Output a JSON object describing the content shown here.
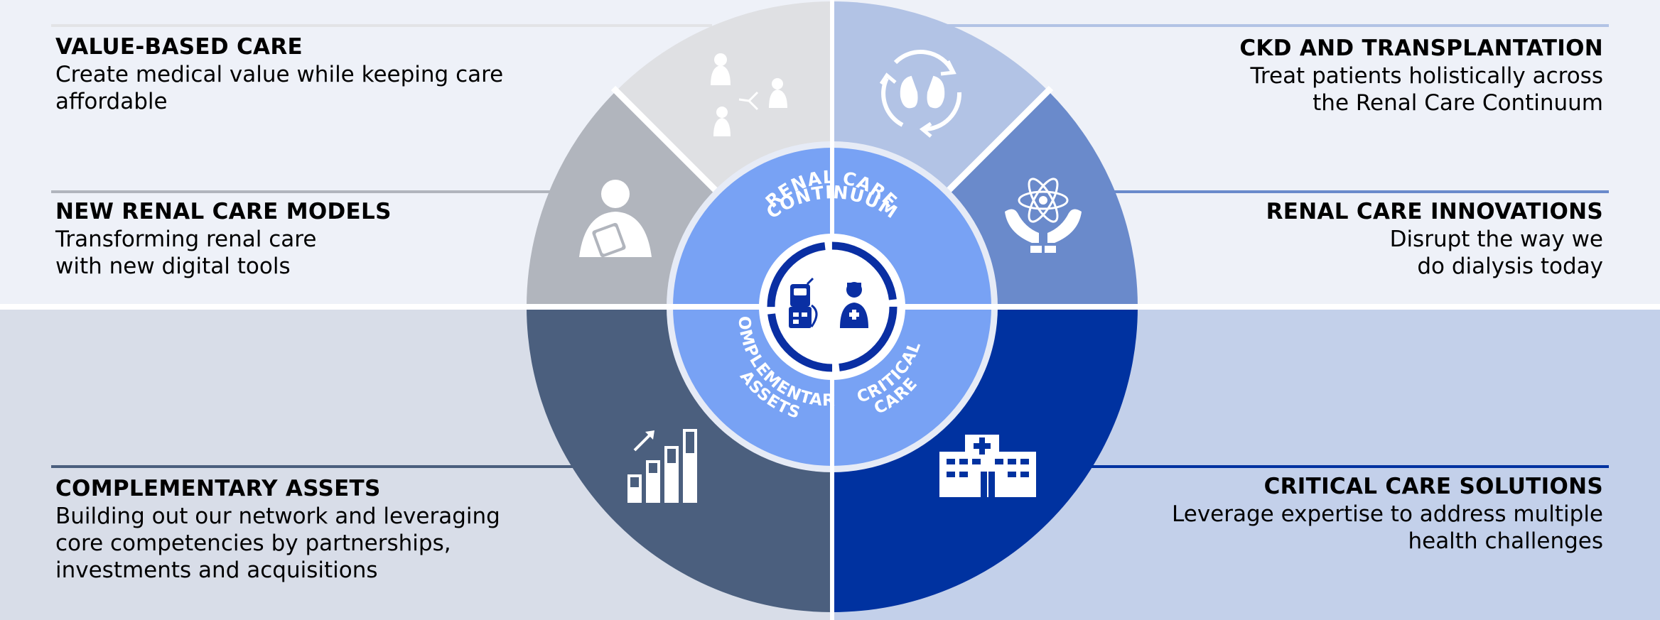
{
  "colors": {
    "top_left_bg": "#eef1f8",
    "bottom_left_bg": "#d8dde8",
    "top_right_bg": "#eef1f8",
    "bottom_right_bg": "#c3d0ea",
    "value_based_care": "#dfe0e3",
    "new_renal_care_models": "#b1b5bd",
    "complementary_assets": "#4b5f7e",
    "critical_care_solutions": "#0032a0",
    "ckd_transplantation": "#b2c3e5",
    "renal_care_innovations": "#6a8acb",
    "inner_ring": "#78a2f4",
    "core_dark": "#0a2fa3"
  },
  "segments": {
    "value_based_care": {
      "heading": "VALUE-BASED CARE",
      "description_lines": [
        "Create medical value while keeping care",
        "affordable"
      ],
      "icon": "care-network-icon"
    },
    "new_renal_care_models": {
      "heading": "NEW RENAL CARE MODELS",
      "description_lines": [
        "Transforming renal care",
        "with new digital tools"
      ],
      "icon": "person-tablet-icon"
    },
    "complementary_assets": {
      "heading": "COMPLEMENTARY ASSETS",
      "description_lines": [
        "Building out our network and leveraging",
        "core competencies by partnerships,",
        "investments and acquisitions"
      ],
      "icon": "growth-bars-icon"
    },
    "ckd_transplantation": {
      "heading": "CKD AND TRANSPLANTATION",
      "description_lines": [
        "Treat patients holistically across",
        "the Renal Care Continuum"
      ],
      "icon": "kidney-cycle-icon"
    },
    "renal_care_innovations": {
      "heading": "RENAL CARE INNOVATIONS",
      "description_lines": [
        "Disrupt the way we",
        "do dialysis today"
      ],
      "icon": "atom-hands-icon"
    },
    "critical_care_solutions": {
      "heading": "CRITICAL CARE SOLUTIONS",
      "description_lines": [
        "Leverage expertise to address multiple",
        "health challenges"
      ],
      "icon": "hospital-icon"
    }
  },
  "inner_ring": {
    "top_label_lines": [
      "RENAL CARE",
      "CONTINUUM"
    ],
    "left_label_lines": [
      "COMPLEMENTARY",
      "ASSETS"
    ],
    "right_label_lines": [
      "CRITICAL",
      "CARE"
    ]
  },
  "core": {
    "icon": "dialysis-machine-nurse-icon"
  }
}
